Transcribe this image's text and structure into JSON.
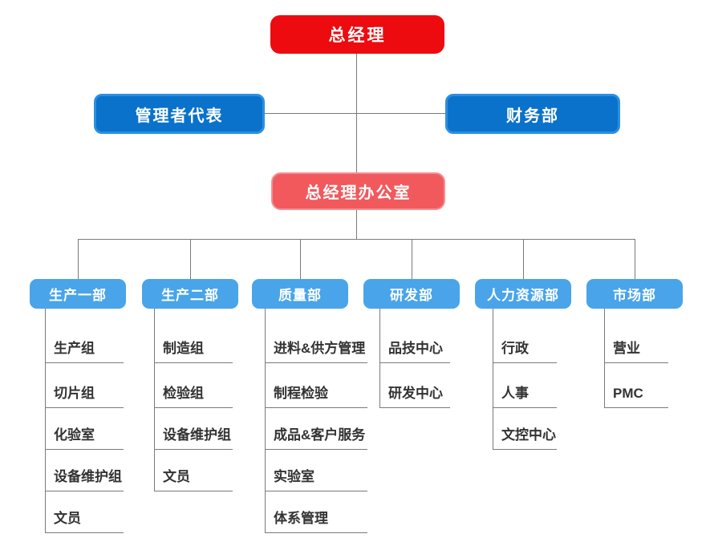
{
  "chart_data": {
    "type": "org-chart",
    "root": {
      "label": "总经理"
    },
    "executives": [
      {
        "label": "管理者代表"
      },
      {
        "label": "财务部"
      }
    ],
    "office": {
      "label": "总经理办公室"
    },
    "departments": [
      {
        "label": "生产一部",
        "items": [
          "生产组",
          "切片组",
          "化验室",
          "设备维护组",
          "文员"
        ]
      },
      {
        "label": "生产二部",
        "items": [
          "制造组",
          "检验组",
          "设备维护组",
          "文员"
        ]
      },
      {
        "label": "质量部",
        "items": [
          "进料&供方管理",
          "制程检验",
          "成品&客户服务",
          "实验室",
          "体系管理"
        ]
      },
      {
        "label": "研发部",
        "items": [
          "品技中心",
          "研发中心"
        ]
      },
      {
        "label": "人力资源部",
        "items": [
          "行政",
          "人事",
          "文控中心"
        ]
      },
      {
        "label": "市场部",
        "items": [
          "营业",
          "PMC"
        ]
      }
    ],
    "colors": {
      "root_red": "#ee0b10",
      "executive_blue": "#0a72ca",
      "executive_border_blue": "#2a8fe2",
      "office_salmon": "#f1595d",
      "department_blue": "#49a4e9",
      "connector_gray": "#7a7a7a",
      "list_text": "#333333",
      "box_text": "#ffffff"
    }
  }
}
